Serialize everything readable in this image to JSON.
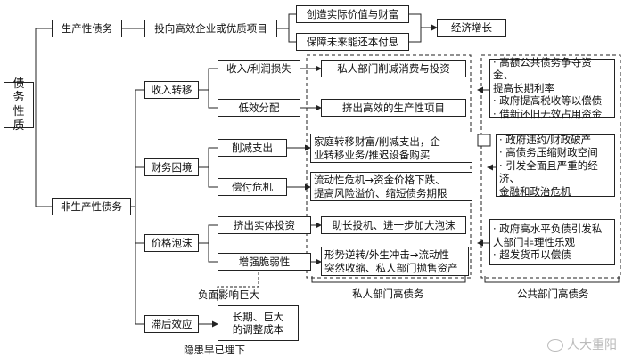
{
  "root": "债务性质",
  "productive": {
    "label": "生产性债务",
    "invest": "投向高效企业或优质项目",
    "create": "创造实际价值与财富",
    "ensure": "保障未来能还本付息",
    "growth": "经济增长"
  },
  "nonproductive": {
    "label": "非生产性债务",
    "income": {
      "label": "收入转移",
      "loss": "收入/利润损失",
      "loss_effect": "私人部门削减消费与投资",
      "lowdist": "低效分配",
      "lowdist_effect": "挤出高效的生产性项目"
    },
    "fiscal": {
      "label": "财务困境",
      "cut": "削减支出",
      "cut_effect": [
        "家庭转移财富/削减支出，企",
        "业转移业务/推迟设备购买"
      ],
      "repay": "偿付危机",
      "repay_effect": [
        "流动性危机→资金价格下跌、",
        "提高风险溢价、缩短债务期限"
      ]
    },
    "bubble": {
      "label": "价格泡沫",
      "crowd": "挤出实体投资",
      "crowd_effect": "助长投机、进一步加大泡沫",
      "fragile": "增强脆弱性",
      "fragile_effect": [
        "形势逆转/外生冲击→流动性",
        "突然收缩、私人部门抛售资产"
      ],
      "negative": "负面影响巨大"
    },
    "lag": {
      "label": "滞后效应",
      "cost": [
        "长期、巨大",
        "的调整成本"
      ],
      "hidden": "隐患早已埋下"
    }
  },
  "public_boxes": [
    [
      "· 高额公共债务争夺资金、",
      "  提高长期利率",
      "· 政府提高税收等以偿债",
      "· 借新还旧无效占用资金"
    ],
    [
      "· 政府违约/财政破产",
      "· 高债务压缩财政空间",
      "· 引发全面且严重的经济、",
      "  金融和政治危机"
    ],
    [
      "· 政府高水平负债引发私",
      "  人部门非理性乐观",
      "· 超发货币以偿债"
    ]
  ],
  "section_labels": {
    "private": "私人部门高债务",
    "public": "公共部门高债务"
  },
  "watermark": "人大重阳"
}
